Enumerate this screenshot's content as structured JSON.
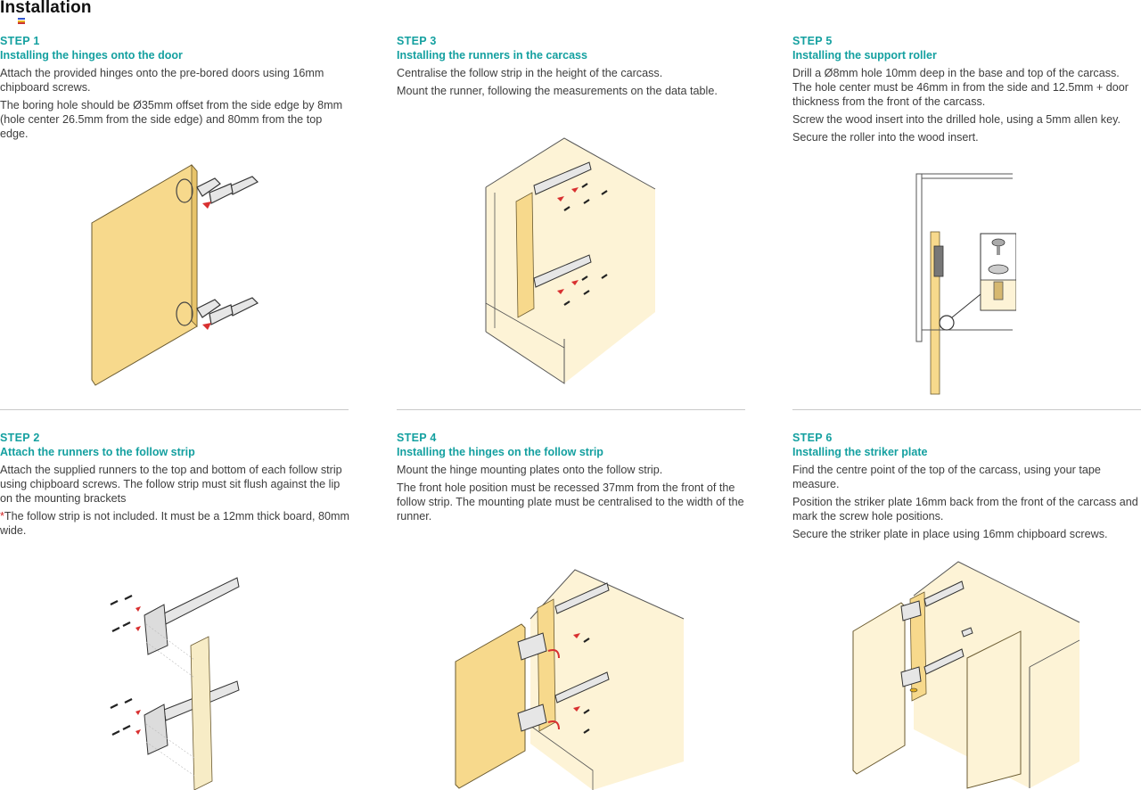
{
  "page": {
    "title": "Installation"
  },
  "colors": {
    "accent": "#14a0a0",
    "panel": "#f7d98c",
    "panel_light": "#fdf3d6",
    "arrow": "#d83030"
  },
  "steps": [
    {
      "num": "STEP 1",
      "title": "Installing the hinges onto the door",
      "paragraphs": [
        "Attach the provided hinges onto the pre-bored doors using 16mm chipboard screws.",
        "The boring hole should be Ø35mm offset from the side edge by 8mm (hole center 26.5mm from the side edge) and 80mm from the top edge."
      ]
    },
    {
      "num": "STEP 3",
      "title": "Installing the runners in the carcass",
      "paragraphs": [
        "Centralise the follow strip in the height of the carcass.",
        "Mount the runner, following the measurements on the data table."
      ]
    },
    {
      "num": "STEP 5",
      "title": "Installing the support roller",
      "paragraphs": [
        "Drill a Ø8mm hole 10mm deep in the base and top of the carcass. The hole center must be 46mm in from the side and 12.5mm + door  thickness from the front of the carcass.",
        "Screw the wood insert into the drilled hole, using a 5mm allen key.",
        "Secure the roller into the wood insert."
      ]
    },
    {
      "num": "STEP 2",
      "title": "Attach the runners to the follow strip",
      "paragraphs": [
        "Attach the supplied runners to the top and bottom of each follow strip using chipboard screws. The follow strip must sit flush against the lip on the mounting brackets"
      ],
      "note_mark": "*",
      "note": "The follow strip is not included. It must be a 12mm thick board, 80mm wide."
    },
    {
      "num": "STEP 4",
      "title": "Installing the hinges on the follow strip",
      "paragraphs": [
        "Mount the hinge mounting plates onto the follow strip.",
        "The front hole position must be recessed 37mm from the front of the follow strip. The mounting plate must be centralised to the width of the runner."
      ]
    },
    {
      "num": "STEP 6",
      "title": "Installing the striker plate",
      "paragraphs": [
        "Find the centre point of the top of the carcass, using your tape measure.",
        "Position the striker plate 16mm back from the front of the carcass and mark the screw hole positions.",
        "Secure the striker plate in place using 16mm chipboard screws."
      ]
    }
  ]
}
